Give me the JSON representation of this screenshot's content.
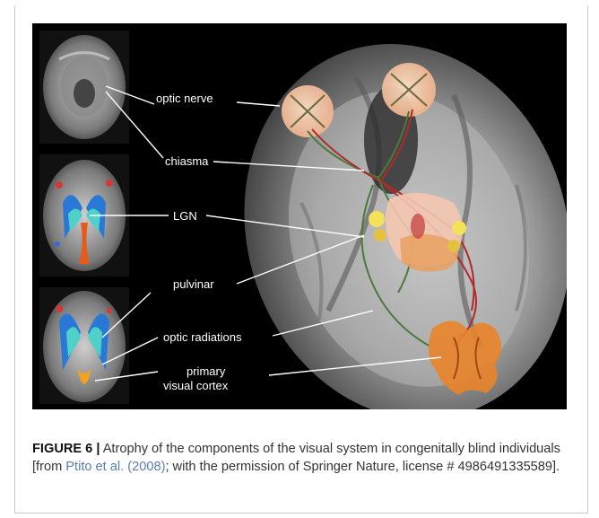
{
  "figure": {
    "labels": {
      "optic_nerve": "optic nerve",
      "chiasma": "chiasma",
      "lgn": "LGN",
      "pulvinar": "pulvinar",
      "optic_radiations": "optic radiations",
      "primary_line1": "primary",
      "primary_line2": "visual cortex"
    }
  },
  "caption": {
    "figure_number": "FIGURE 6 |",
    "text_before_link": " Atrophy of the components of the visual system in congenitally blind individuals [from ",
    "link_text": "Ptito et al. (2008)",
    "text_after_link": "; with the permission of Springer Nature, license # 4986491335589]."
  },
  "colors": {
    "fig_background": "#000000",
    "caption_text": "#333333",
    "link": "#5a7fb0",
    "label_text": "#ffffff"
  }
}
